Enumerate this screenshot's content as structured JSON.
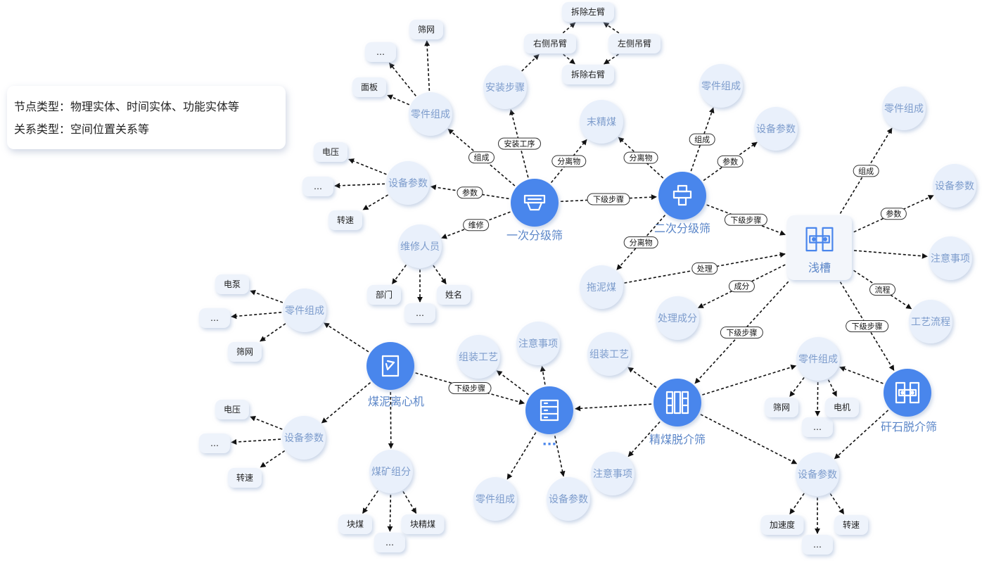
{
  "legend": {
    "line1": "节点类型：物理实体、时间实体、功能实体等",
    "line2": "关系类型：空间位置关系等"
  },
  "nodes": [
    {
      "id": "h1",
      "label": "一次分级筛",
      "kind": "hub",
      "icon": "screen-hopper-icon"
    },
    {
      "id": "h2",
      "label": "二次分级筛",
      "kind": "hub",
      "icon": "screen-press-icon"
    },
    {
      "id": "h3",
      "label": "浅槽",
      "kind": "hub-square",
      "icon": "trough-icon"
    },
    {
      "id": "h4",
      "label": "煤泥离心机",
      "kind": "hub",
      "icon": "centrifuge-icon"
    },
    {
      "id": "h5",
      "label": "",
      "kind": "hub",
      "icon": "server-rack-icon",
      "sub": "···"
    },
    {
      "id": "h6",
      "label": "精煤脱介筛",
      "kind": "hub",
      "icon": "columns-icon"
    },
    {
      "id": "h7",
      "label": "矸石脱介筛",
      "kind": "hub",
      "icon": "trough-icon"
    },
    {
      "id": "a1",
      "label": "安装步骤",
      "kind": "circle"
    },
    {
      "id": "a2",
      "label": "零件组成",
      "kind": "circle"
    },
    {
      "id": "a3",
      "label": "设备参数",
      "kind": "circle"
    },
    {
      "id": "a4",
      "label": "维修人员",
      "kind": "circle"
    },
    {
      "id": "a5",
      "label": "末精煤",
      "kind": "circle"
    },
    {
      "id": "b1",
      "label": "零件组成",
      "kind": "circle"
    },
    {
      "id": "b2",
      "label": "设备参数",
      "kind": "circle"
    },
    {
      "id": "b3",
      "label": "拖泥煤",
      "kind": "circle"
    },
    {
      "id": "c1",
      "label": "零件组成",
      "kind": "circle"
    },
    {
      "id": "c2",
      "label": "设备参数",
      "kind": "circle"
    },
    {
      "id": "c3",
      "label": "注意事项",
      "kind": "circle"
    },
    {
      "id": "c4",
      "label": "工艺流程",
      "kind": "circle"
    },
    {
      "id": "c5",
      "label": "处理成分",
      "kind": "circle"
    },
    {
      "id": "d1",
      "label": "零件组成",
      "kind": "circle"
    },
    {
      "id": "d2",
      "label": "设备参数",
      "kind": "circle"
    },
    {
      "id": "d3",
      "label": "煤矿组分",
      "kind": "circle"
    },
    {
      "id": "e1",
      "label": "组装工艺",
      "kind": "circle"
    },
    {
      "id": "e2",
      "label": "注意事项",
      "kind": "circle"
    },
    {
      "id": "e3",
      "label": "零件组成",
      "kind": "circle"
    },
    {
      "id": "e4",
      "label": "设备参数",
      "kind": "circle"
    },
    {
      "id": "f1",
      "label": "组装工艺",
      "kind": "circle"
    },
    {
      "id": "f2",
      "label": "注意事项",
      "kind": "circle"
    },
    {
      "id": "f3",
      "label": "零件组成",
      "kind": "circle"
    },
    {
      "id": "f4",
      "label": "设备参数",
      "kind": "circle"
    },
    {
      "id": "s1",
      "label": "筛网",
      "kind": "small"
    },
    {
      "id": "s2",
      "label": "…",
      "kind": "small"
    },
    {
      "id": "s3",
      "label": "面板",
      "kind": "small"
    },
    {
      "id": "s4",
      "label": "电压",
      "kind": "small"
    },
    {
      "id": "s5",
      "label": "…",
      "kind": "small"
    },
    {
      "id": "s6",
      "label": "转速",
      "kind": "small"
    },
    {
      "id": "s7",
      "label": "部门",
      "kind": "small"
    },
    {
      "id": "s8",
      "label": "…",
      "kind": "small"
    },
    {
      "id": "s9",
      "label": "姓名",
      "kind": "small"
    },
    {
      "id": "s10",
      "label": "右侧吊臂",
      "kind": "small"
    },
    {
      "id": "s11",
      "label": "拆除左臂",
      "kind": "small"
    },
    {
      "id": "s12",
      "label": "拆除右臂",
      "kind": "small"
    },
    {
      "id": "s13",
      "label": "左侧吊臂",
      "kind": "small"
    },
    {
      "id": "s14",
      "label": "电泵",
      "kind": "small"
    },
    {
      "id": "s15",
      "label": "…",
      "kind": "small"
    },
    {
      "id": "s16",
      "label": "筛网",
      "kind": "small"
    },
    {
      "id": "s17",
      "label": "电压",
      "kind": "small"
    },
    {
      "id": "s18",
      "label": "…",
      "kind": "small"
    },
    {
      "id": "s19",
      "label": "转速",
      "kind": "small"
    },
    {
      "id": "s20",
      "label": "块煤",
      "kind": "small"
    },
    {
      "id": "s21",
      "label": "…",
      "kind": "small"
    },
    {
      "id": "s22",
      "label": "块精煤",
      "kind": "small"
    },
    {
      "id": "s23",
      "label": "筛网",
      "kind": "small"
    },
    {
      "id": "s24",
      "label": "…",
      "kind": "small"
    },
    {
      "id": "s25",
      "label": "电机",
      "kind": "small"
    },
    {
      "id": "s26",
      "label": "加速度",
      "kind": "small"
    },
    {
      "id": "s27",
      "label": "…",
      "kind": "small"
    },
    {
      "id": "s28",
      "label": "转速",
      "kind": "small"
    }
  ],
  "edges": [
    {
      "from": "h1",
      "to": "a1",
      "label": "安装工序"
    },
    {
      "from": "h1",
      "to": "a2",
      "label": "组成"
    },
    {
      "from": "h1",
      "to": "a3",
      "label": "参数"
    },
    {
      "from": "h1",
      "to": "a4",
      "label": "维修"
    },
    {
      "from": "h1",
      "to": "a5",
      "label": "分离物"
    },
    {
      "from": "h1",
      "to": "h2",
      "label": "下级步骤"
    },
    {
      "from": "a2",
      "to": "s1",
      "label": ""
    },
    {
      "from": "a2",
      "to": "s2",
      "label": ""
    },
    {
      "from": "a2",
      "to": "s3",
      "label": ""
    },
    {
      "from": "a3",
      "to": "s4",
      "label": ""
    },
    {
      "from": "a3",
      "to": "s5",
      "label": ""
    },
    {
      "from": "a3",
      "to": "s6",
      "label": ""
    },
    {
      "from": "a4",
      "to": "s7",
      "label": ""
    },
    {
      "from": "a4",
      "to": "s8",
      "label": ""
    },
    {
      "from": "a4",
      "to": "s9",
      "label": ""
    },
    {
      "from": "a1",
      "to": "s10",
      "label": ""
    },
    {
      "from": "s10",
      "to": "s11",
      "label": ""
    },
    {
      "from": "s10",
      "to": "s12",
      "label": ""
    },
    {
      "from": "s13",
      "to": "s11",
      "label": ""
    },
    {
      "from": "s13",
      "to": "s12",
      "label": ""
    },
    {
      "from": "h2",
      "to": "a5",
      "label": "分离物"
    },
    {
      "from": "h2",
      "to": "b1",
      "label": "组成"
    },
    {
      "from": "h2",
      "to": "b2",
      "label": "参数"
    },
    {
      "from": "h2",
      "to": "b3",
      "label": "分离物"
    },
    {
      "from": "h2",
      "to": "h3",
      "label": "下级步骤"
    },
    {
      "from": "b3",
      "to": "h3",
      "label": "处理"
    },
    {
      "from": "h3",
      "to": "c1",
      "label": "组成"
    },
    {
      "from": "h3",
      "to": "c2",
      "label": "参数"
    },
    {
      "from": "h3",
      "to": "c3",
      "label": ""
    },
    {
      "from": "h3",
      "to": "c4",
      "label": "流程"
    },
    {
      "from": "h3",
      "to": "c5",
      "label": "成分"
    },
    {
      "from": "h3",
      "to": "h6",
      "label": "下级步骤"
    },
    {
      "from": "h3",
      "to": "h7",
      "label": "下级步骤"
    },
    {
      "from": "h4",
      "to": "d1",
      "label": ""
    },
    {
      "from": "h4",
      "to": "d2",
      "label": ""
    },
    {
      "from": "h4",
      "to": "d3",
      "label": ""
    },
    {
      "from": "h4",
      "to": "h5",
      "label": "下级步骤"
    },
    {
      "from": "d1",
      "to": "s14",
      "label": ""
    },
    {
      "from": "d1",
      "to": "s15",
      "label": ""
    },
    {
      "from": "d1",
      "to": "s16",
      "label": ""
    },
    {
      "from": "d2",
      "to": "s17",
      "label": ""
    },
    {
      "from": "d2",
      "to": "s18",
      "label": ""
    },
    {
      "from": "d2",
      "to": "s19",
      "label": ""
    },
    {
      "from": "d3",
      "to": "s20",
      "label": ""
    },
    {
      "from": "d3",
      "to": "s21",
      "label": ""
    },
    {
      "from": "d3",
      "to": "s22",
      "label": ""
    },
    {
      "from": "h5",
      "to": "e1",
      "label": ""
    },
    {
      "from": "h5",
      "to": "e2",
      "label": ""
    },
    {
      "from": "h5",
      "to": "e3",
      "label": ""
    },
    {
      "from": "h5",
      "to": "e4",
      "label": ""
    },
    {
      "from": "h6",
      "to": "h5",
      "label": ""
    },
    {
      "from": "h6",
      "to": "f1",
      "label": ""
    },
    {
      "from": "h6",
      "to": "f2",
      "label": ""
    },
    {
      "from": "h6",
      "to": "f3",
      "label": ""
    },
    {
      "from": "h6",
      "to": "f4",
      "label": ""
    },
    {
      "from": "h7",
      "to": "f3",
      "label": ""
    },
    {
      "from": "h7",
      "to": "f4",
      "label": ""
    },
    {
      "from": "f3",
      "to": "s23",
      "label": ""
    },
    {
      "from": "f3",
      "to": "s24",
      "label": ""
    },
    {
      "from": "f3",
      "to": "s25",
      "label": ""
    },
    {
      "from": "f4",
      "to": "s26",
      "label": ""
    },
    {
      "from": "f4",
      "to": "s27",
      "label": ""
    },
    {
      "from": "f4",
      "to": "s28",
      "label": ""
    }
  ]
}
